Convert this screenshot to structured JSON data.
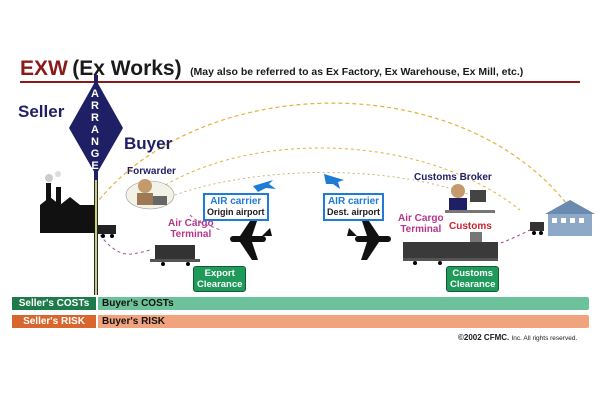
{
  "title": {
    "abbr": "EXW",
    "name": "(Ex Works)",
    "note": "(May also be referred to as Ex Factory, Ex Warehouse, Ex Mill, etc.)"
  },
  "parties": {
    "seller": "Seller",
    "buyer": "Buyer",
    "arrange_letters": [
      "A",
      "R",
      "R",
      "A",
      "N",
      "G",
      "E"
    ]
  },
  "roles": {
    "forwarder": "Forwarder",
    "customs_broker_1": "Customs",
    "customs_broker_2": "Broker",
    "air_cargo_terminal_origin": [
      "Air Cargo",
      "Terminal"
    ],
    "air_cargo_terminal_dest": [
      "Air Cargo",
      "Terminal"
    ],
    "customs_dest": "Customs"
  },
  "carriers": {
    "origin": {
      "title": "AIR carrier",
      "sub": "Origin airport"
    },
    "destination": {
      "title": "AIR carrier",
      "sub": "Dest. airport"
    }
  },
  "clearance": {
    "export": [
      "Export",
      "Clearance"
    ],
    "customs": [
      "Customs",
      "Clearance"
    ]
  },
  "bars": {
    "costs": {
      "seller": "Seller's COSTs",
      "buyer": "Buyer's COSTs"
    },
    "risk": {
      "seller": "Seller's RISK",
      "buyer": "Buyer's RISK"
    }
  },
  "footer": {
    "copyright_main": "©2002 CFMC.",
    "copyright_rest": "Inc. All rights reserved."
  },
  "colors": {
    "title_accent": "#8b1a1a",
    "party_navy": "#1f1f66",
    "terminal_pink": "#b5378a",
    "carrier_blue": "#1e7bd6",
    "clearance_green": "#1f9a5a",
    "costs_green": "#6cc29a",
    "risk_orange": "#f1a37d",
    "route_dash": "#e3b23c"
  }
}
